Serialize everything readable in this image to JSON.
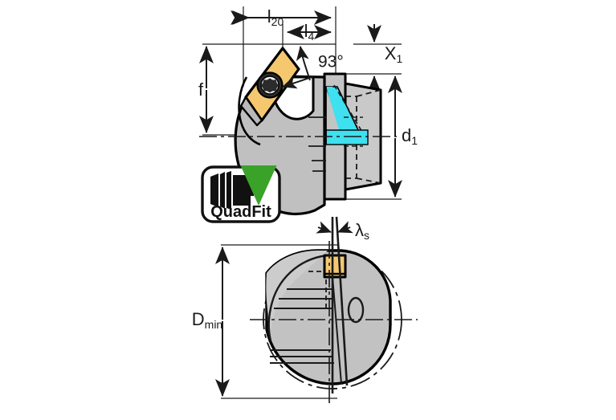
{
  "drawing": {
    "title": "Boring bar head technical drawing",
    "background_color": "#ffffff",
    "line_color": "#1a1a1a",
    "colors": {
      "body_steel": "#bdbdbd",
      "body_steel_light": "#d0d0d0",
      "insert_carbide": "#f5c870",
      "coolant": "#3fe0f0",
      "arrow_green": "#3aa229",
      "logo_black": "#111111",
      "outline": "#000000"
    },
    "views": [
      {
        "name": "side-view",
        "label": ""
      },
      {
        "name": "front-view",
        "label": ""
      }
    ]
  },
  "dimensions": {
    "l20": {
      "symbol": "l",
      "subscript": "20",
      "name": "overall-length"
    },
    "l4": {
      "symbol": "l",
      "subscript": "4",
      "name": "head-length"
    },
    "f": {
      "symbol": "f",
      "subscript": "",
      "name": "offset-f"
    },
    "x1": {
      "symbol": "X",
      "subscript": "1",
      "name": "x1-offset"
    },
    "d1": {
      "symbol": "d",
      "subscript": "1",
      "name": "coupling-diameter"
    },
    "dmin": {
      "symbol": "D",
      "subscript": "min",
      "name": "minimum-bore-diameter"
    },
    "lambda_s": {
      "symbol": "λ",
      "subscript": "s",
      "name": "inclination-angle"
    }
  },
  "annotations": {
    "entering_angle": "93°"
  },
  "logo": {
    "text": "QuadFit",
    "icon": "quadfit-coupling-icon",
    "arrow": "down-arrow-icon",
    "arrow_color": "#3aa229"
  }
}
